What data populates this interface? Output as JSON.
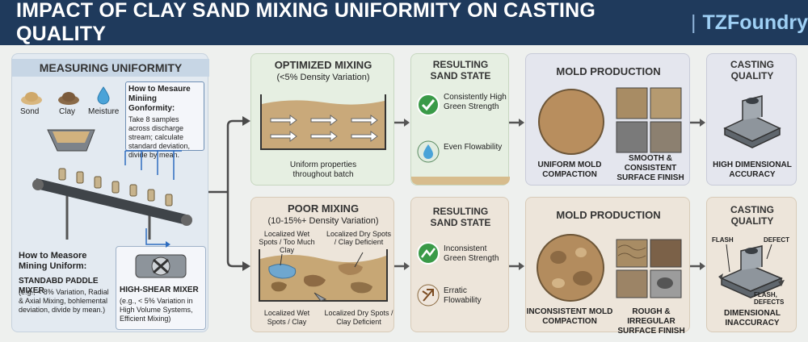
{
  "header": {
    "title": "IMPACT OF CLAY SAND MIXING UNIFORMITY ON CASTING QUALITY",
    "separator": "|",
    "brand": "TZFoundry"
  },
  "measuring": {
    "title": "MEASURING UNIFORMITY",
    "inputs": [
      "Sond",
      "Clay",
      "Meisture"
    ],
    "howto_title": "How to Mesaure Miniing Gonformity:",
    "howto_text": "Take 8 samples across discharge stream; calculate standard deviation, divide by mean.",
    "howto2_title": "How to Measore Mining Uniform:",
    "standard_title": "STANDABD PADDLE MIXER",
    "standard_text": "(e.g., < 8% Variation, Radial & Axial Mixing, bohlemental deviation, divide by mean.)",
    "shear_title": "HIGH-SHEAR MIXER",
    "shear_text": "(e.g., < 5% Variation in High Volume Systems, Efficient Mixing)"
  },
  "optimized": {
    "title": "OPTIMIZED MIXING",
    "subtitle": "(<5% Density Variation)",
    "caption": "Uniform properties throughout batch"
  },
  "poor": {
    "title": "POOR MIXING",
    "subtitle": "(10-15%+ Density Variation)",
    "label_wet_top": "Localized Wet Spots / Too Much Clay",
    "label_dry_top": "Localized Dry Spots / Clay Deficient",
    "label_wet_bottom": "Localized Wet Spots / Clay",
    "label_dry_bottom": "Localized Dry Spots / Clay Deficient"
  },
  "sand_good": {
    "title": "RESULTING SAND STATE",
    "item1": "Consistently High Green Strength",
    "item2": "Even Flowability"
  },
  "sand_bad": {
    "title": "RESULTING SAND STATE",
    "item1": "Inconsistent Green Strength",
    "item2": "Erratic Flowability"
  },
  "mold_good": {
    "title": "MOLD PRODUCTION",
    "caption1": "UNIFORM MOLD COMPACTION",
    "caption2": "SMOOTH & CONSISTENT SURFACE FINISH"
  },
  "mold_bad": {
    "title": "MOLD PRODUCTION",
    "caption1": "INCONSISTENT MOLD COMPACTION",
    "caption2": "ROUGH & IRREGULAR SURFACE FINISH"
  },
  "cast_good": {
    "title": "CASTING QUALITY",
    "caption": "HIGH DIMENSIONAL ACCURACY"
  },
  "cast_bad": {
    "title": "CASTING QUALITY",
    "caption": "DIMENSIONAL INACCURACY",
    "flash": "FLASH",
    "defect": "DEFECT",
    "flash_defects": "FLASH, DEFECTS"
  },
  "colors": {
    "header": "#1f3a5c",
    "good_panel": "#e6efe2",
    "bad_panel": "#ede5da",
    "mold_panel": "#e4e6ee",
    "sand": "#c9a97a"
  }
}
